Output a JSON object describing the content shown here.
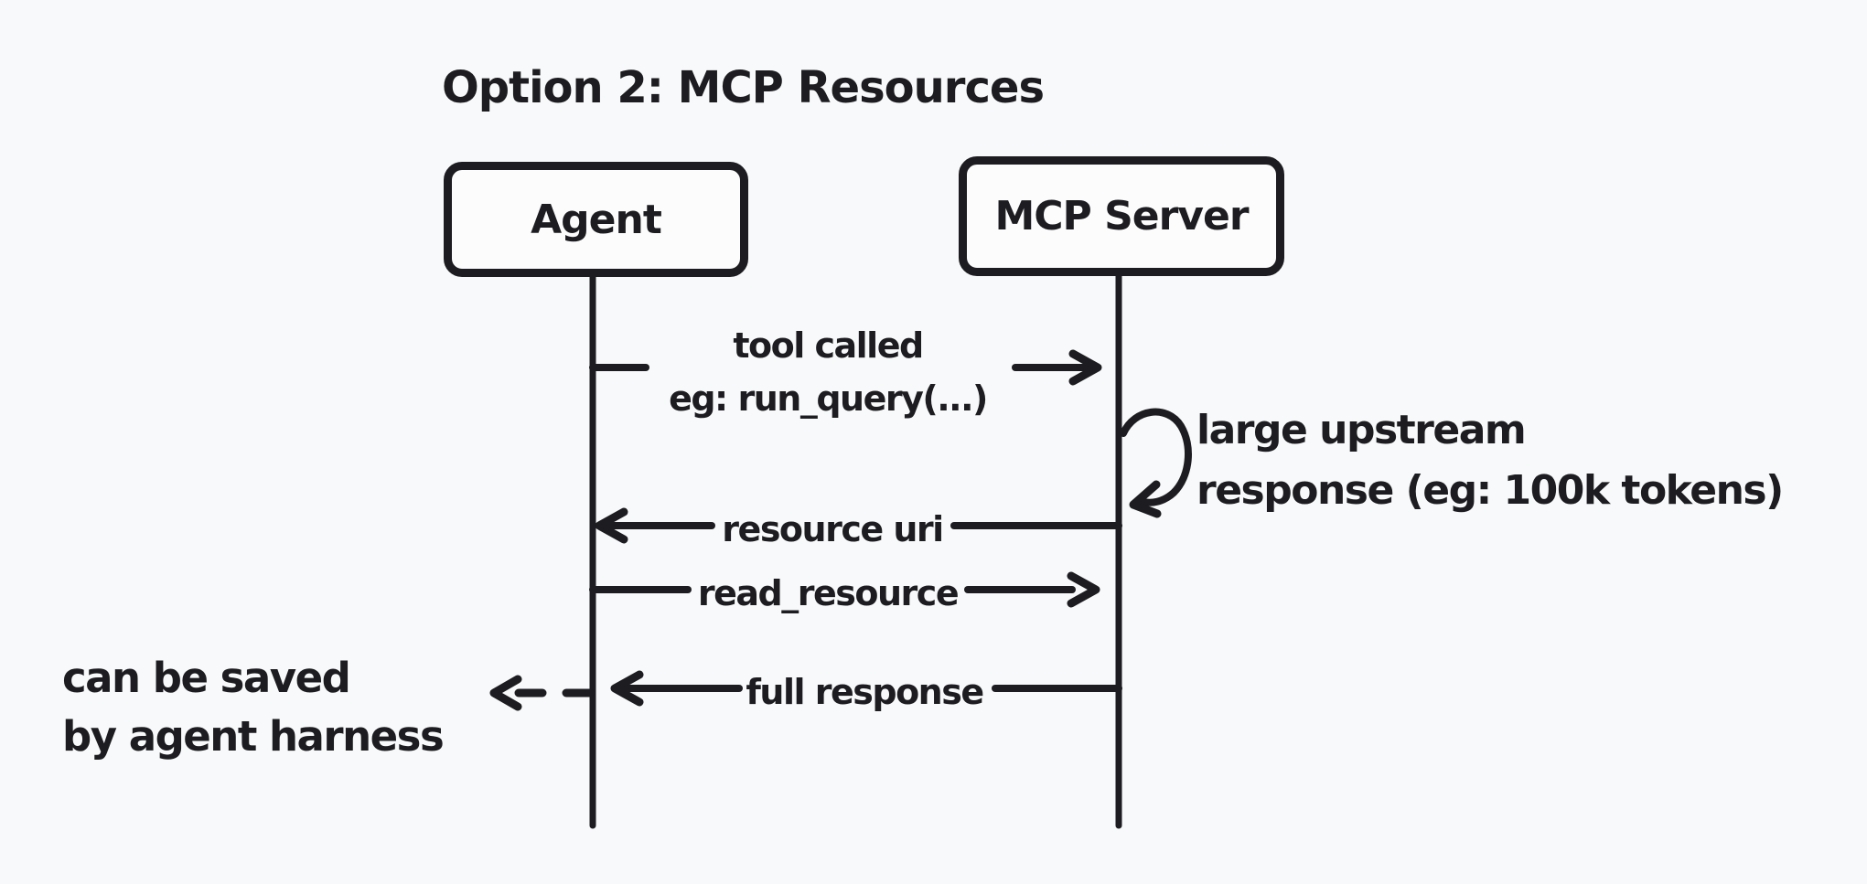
{
  "title": "Option 2: MCP Resources",
  "colors": {
    "background": "#f8f9fa",
    "ink": "#1d1d21",
    "box_fill": "#fcfcfd"
  },
  "actors": [
    {
      "name": "Agent"
    },
    {
      "name": "MCP Server"
    }
  ],
  "messages": [
    {
      "type": "arrow",
      "from": "Agent",
      "to": "MCP Server",
      "direction": "right",
      "label_lines": [
        "tool called",
        "eg: run_query(...)"
      ]
    },
    {
      "type": "self-loop",
      "on": "MCP Server",
      "label_lines": [
        "large upstream",
        "response (eg: 100k tokens)"
      ]
    },
    {
      "type": "arrow",
      "from": "MCP Server",
      "to": "Agent",
      "direction": "left",
      "label_lines": [
        "resource uri"
      ]
    },
    {
      "type": "arrow",
      "from": "Agent",
      "to": "MCP Server",
      "direction": "right",
      "label_lines": [
        "read_resource"
      ]
    },
    {
      "type": "arrow",
      "from": "MCP Server",
      "to": "Agent",
      "direction": "left",
      "label_lines": [
        "full response"
      ]
    },
    {
      "type": "dashed-arrow",
      "from": "Agent",
      "direction": "left",
      "label_lines": []
    }
  ],
  "annotation": {
    "lines": [
      "can be saved",
      "by agent harness"
    ]
  }
}
